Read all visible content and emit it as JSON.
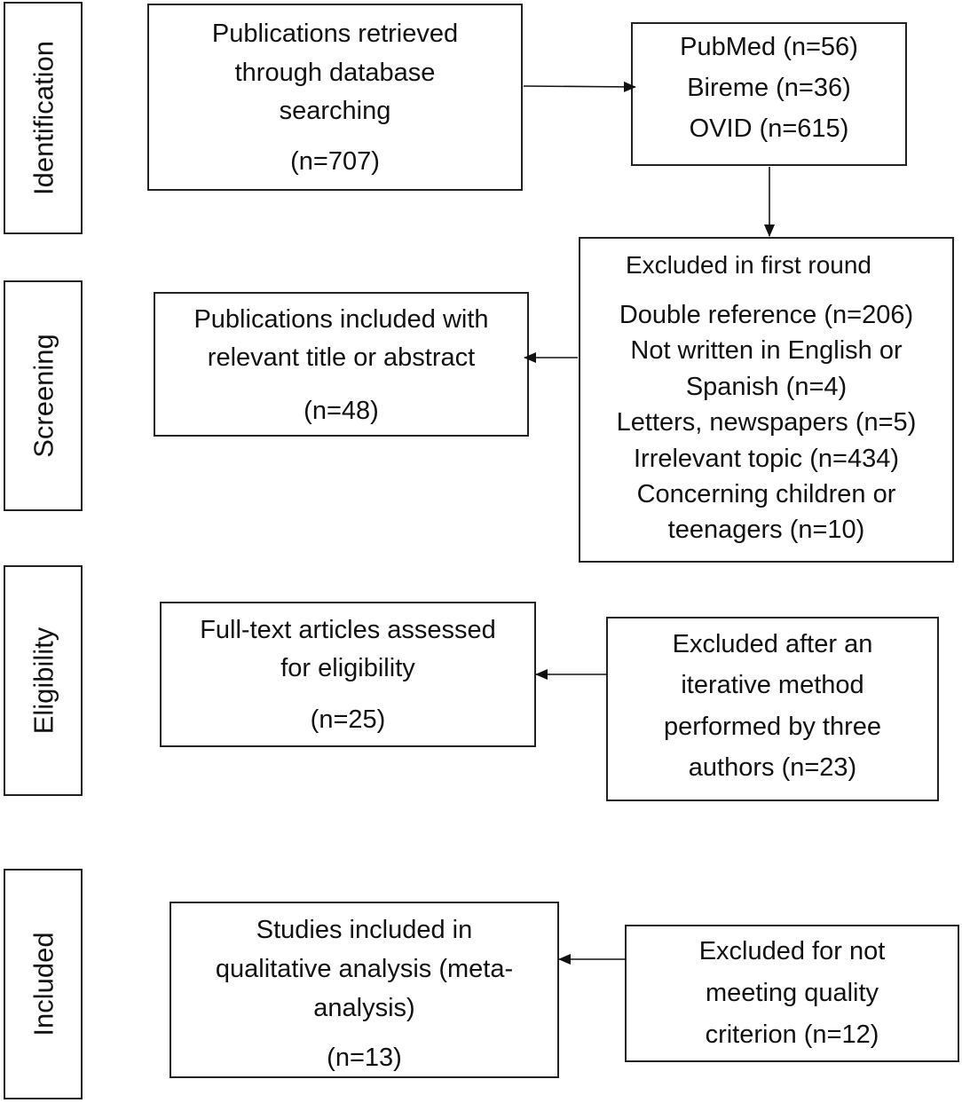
{
  "stages": {
    "identification": "Identification",
    "screening": "Screening",
    "eligibility": "Eligibility",
    "included": "Included"
  },
  "boxes": {
    "retrieved": {
      "lines": [
        "Publications retrieved",
        "through database",
        "searching"
      ],
      "count": "(n=707)"
    },
    "databases": {
      "lines": [
        "PubMed (n=56)",
        "Bireme (n=36)",
        "OVID (n=615)"
      ]
    },
    "excluded_first_round": {
      "heading": "Excluded in first round",
      "lines": [
        "Double reference (n=206)",
        "Not written in English or",
        "Spanish (n=4)",
        "Letters, newspapers (n=5)",
        "Irrelevant topic (n=434)",
        "Concerning children or",
        "teenagers (n=10)"
      ]
    },
    "screened_included": {
      "lines": [
        "Publications included with",
        "relevant title or abstract"
      ],
      "count": "(n=48)"
    },
    "full_text": {
      "lines": [
        "Full-text articles assessed",
        "for eligibility"
      ],
      "count": "(n=25)"
    },
    "excluded_iterative": {
      "lines": [
        "Excluded after an",
        "iterative method",
        "performed by three",
        "authors (n=23)"
      ]
    },
    "studies_included": {
      "lines": [
        "Studies included in",
        "qualitative analysis (meta-",
        "analysis)"
      ],
      "count": "(n=13)"
    },
    "excluded_quality": {
      "lines": [
        "Excluded for not",
        "meeting quality",
        "criterion (n=12)"
      ]
    }
  }
}
